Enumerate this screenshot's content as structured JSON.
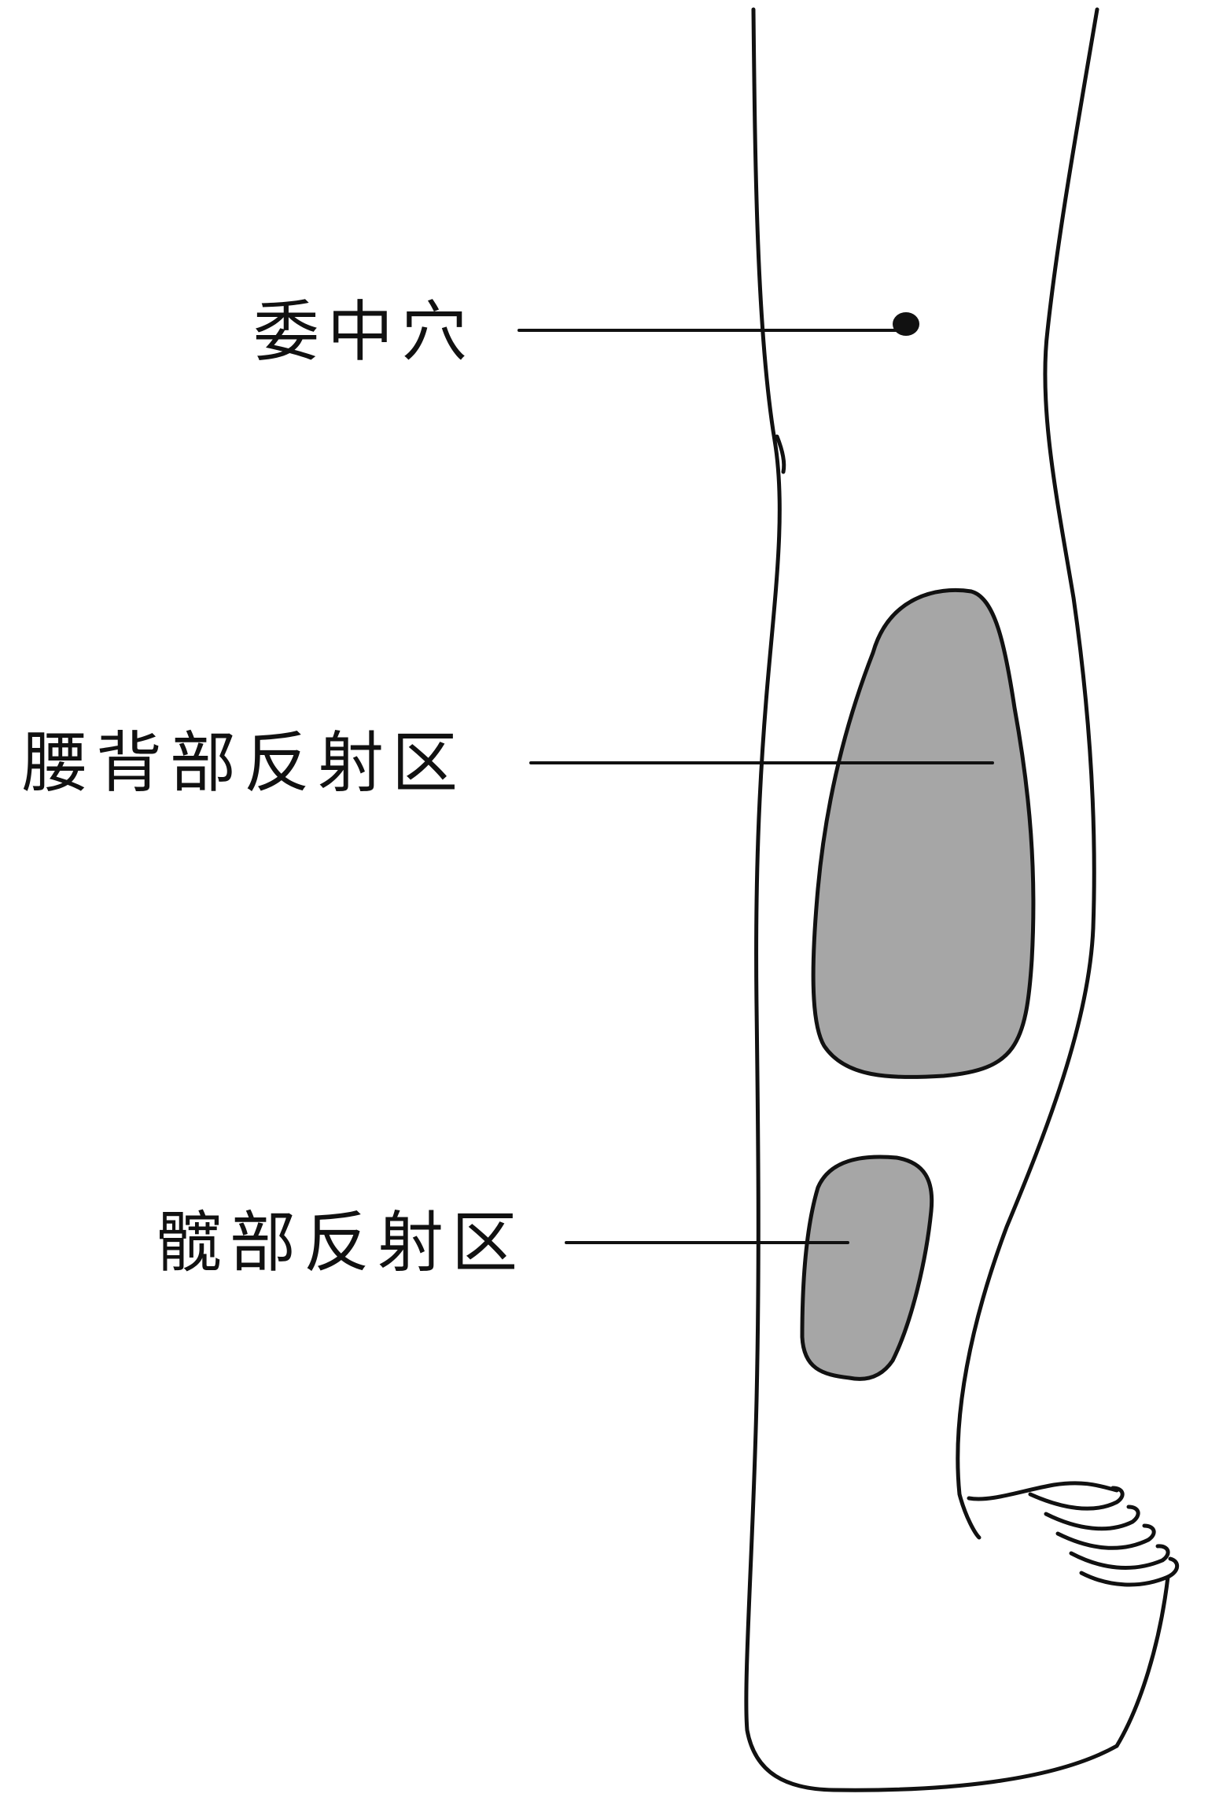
{
  "labels": {
    "weizhong": "委中穴",
    "lumbar_back": "腰背部反射区",
    "hip": "髋部反射区"
  },
  "colors": {
    "outline": "#111111",
    "zone_fill": "#a6a6a6",
    "background": "#ffffff"
  }
}
